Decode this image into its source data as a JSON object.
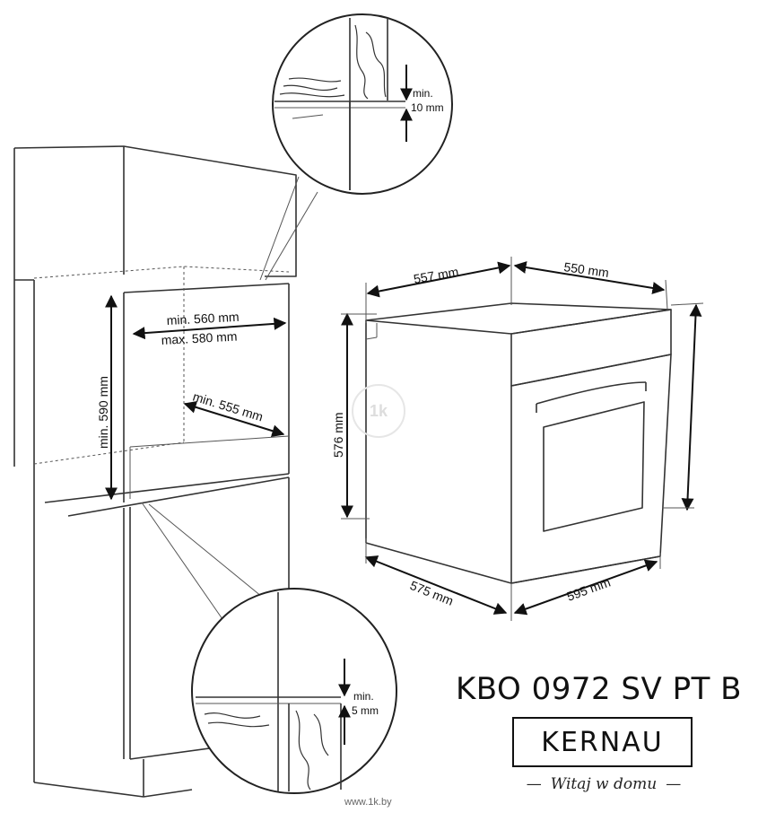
{
  "diagram": {
    "top_inset": {
      "label_min": "min.",
      "label_value": "10 mm"
    },
    "niche": {
      "width_min": "min. 560 mm",
      "width_max": "max. 580 mm",
      "depth_min": "min. 555 mm",
      "height_min": "min. 590 mm"
    },
    "bottom_inset": {
      "label_min": "min.",
      "label_value": "5 mm"
    },
    "oven": {
      "depth_top": "557 mm",
      "width_top": "550 mm",
      "height": "576 mm",
      "depth_bottom": "575 mm",
      "width_bottom": "595 mm"
    }
  },
  "model": "KBO 0972 SV PT B",
  "brand": {
    "name": "KERNAU",
    "tagline": "Witaj w domu",
    "tagline_rule": "—"
  },
  "watermark": "1k",
  "footer": "www.1k.by"
}
